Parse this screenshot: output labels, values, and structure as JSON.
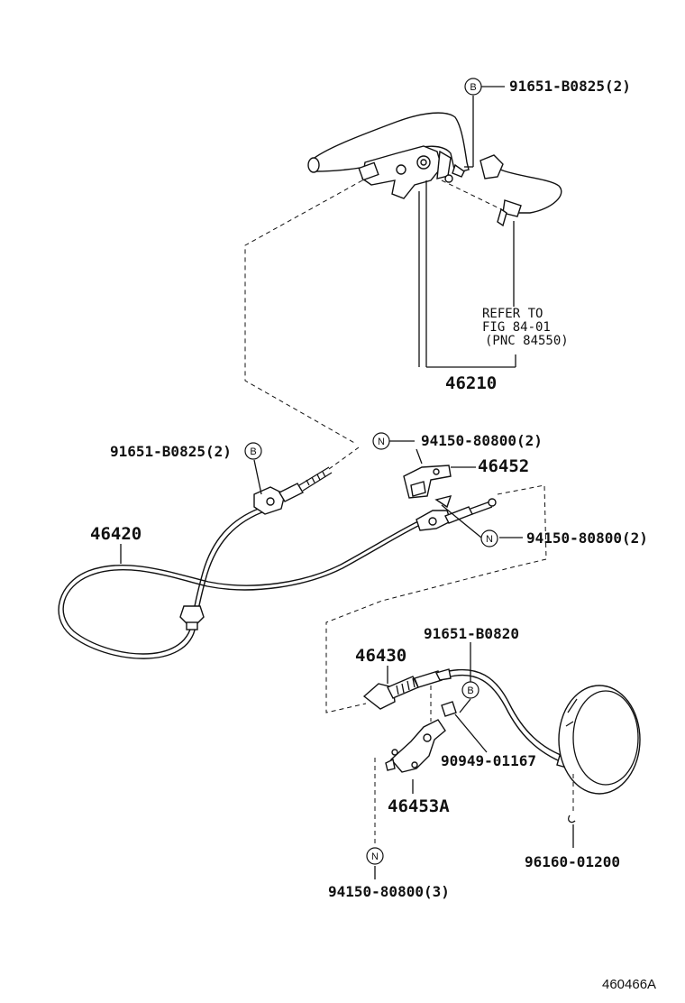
{
  "diagram": {
    "callouts": {
      "top_bolt": {
        "symbol": "B",
        "part_no": "91651-B0825(2)"
      },
      "refer_line1": "REFER TO",
      "refer_line2": "FIG 84-01",
      "refer_line3": "(PNC 84550)",
      "lever_assy": "46210",
      "left_bolt": {
        "symbol": "B",
        "part_no": "91651-B0825(2)"
      },
      "nut_upper": {
        "symbol": "N",
        "part_no": "94150-80800(2)"
      },
      "bracket": "46452",
      "nut_middle": {
        "symbol": "N",
        "part_no": "94150-80800(2)"
      },
      "cable_no2": "46420",
      "bolt_lower": "91651-B0820",
      "cable_no3": "46430",
      "bolt_lower_symbol": "B",
      "clip": "90949-01167",
      "bracket_lower": "46453A",
      "pin": "96160-01200",
      "nut_bottom": {
        "symbol": "N",
        "part_no": "94150-80800(3)"
      }
    },
    "figure_id": "460466A"
  }
}
